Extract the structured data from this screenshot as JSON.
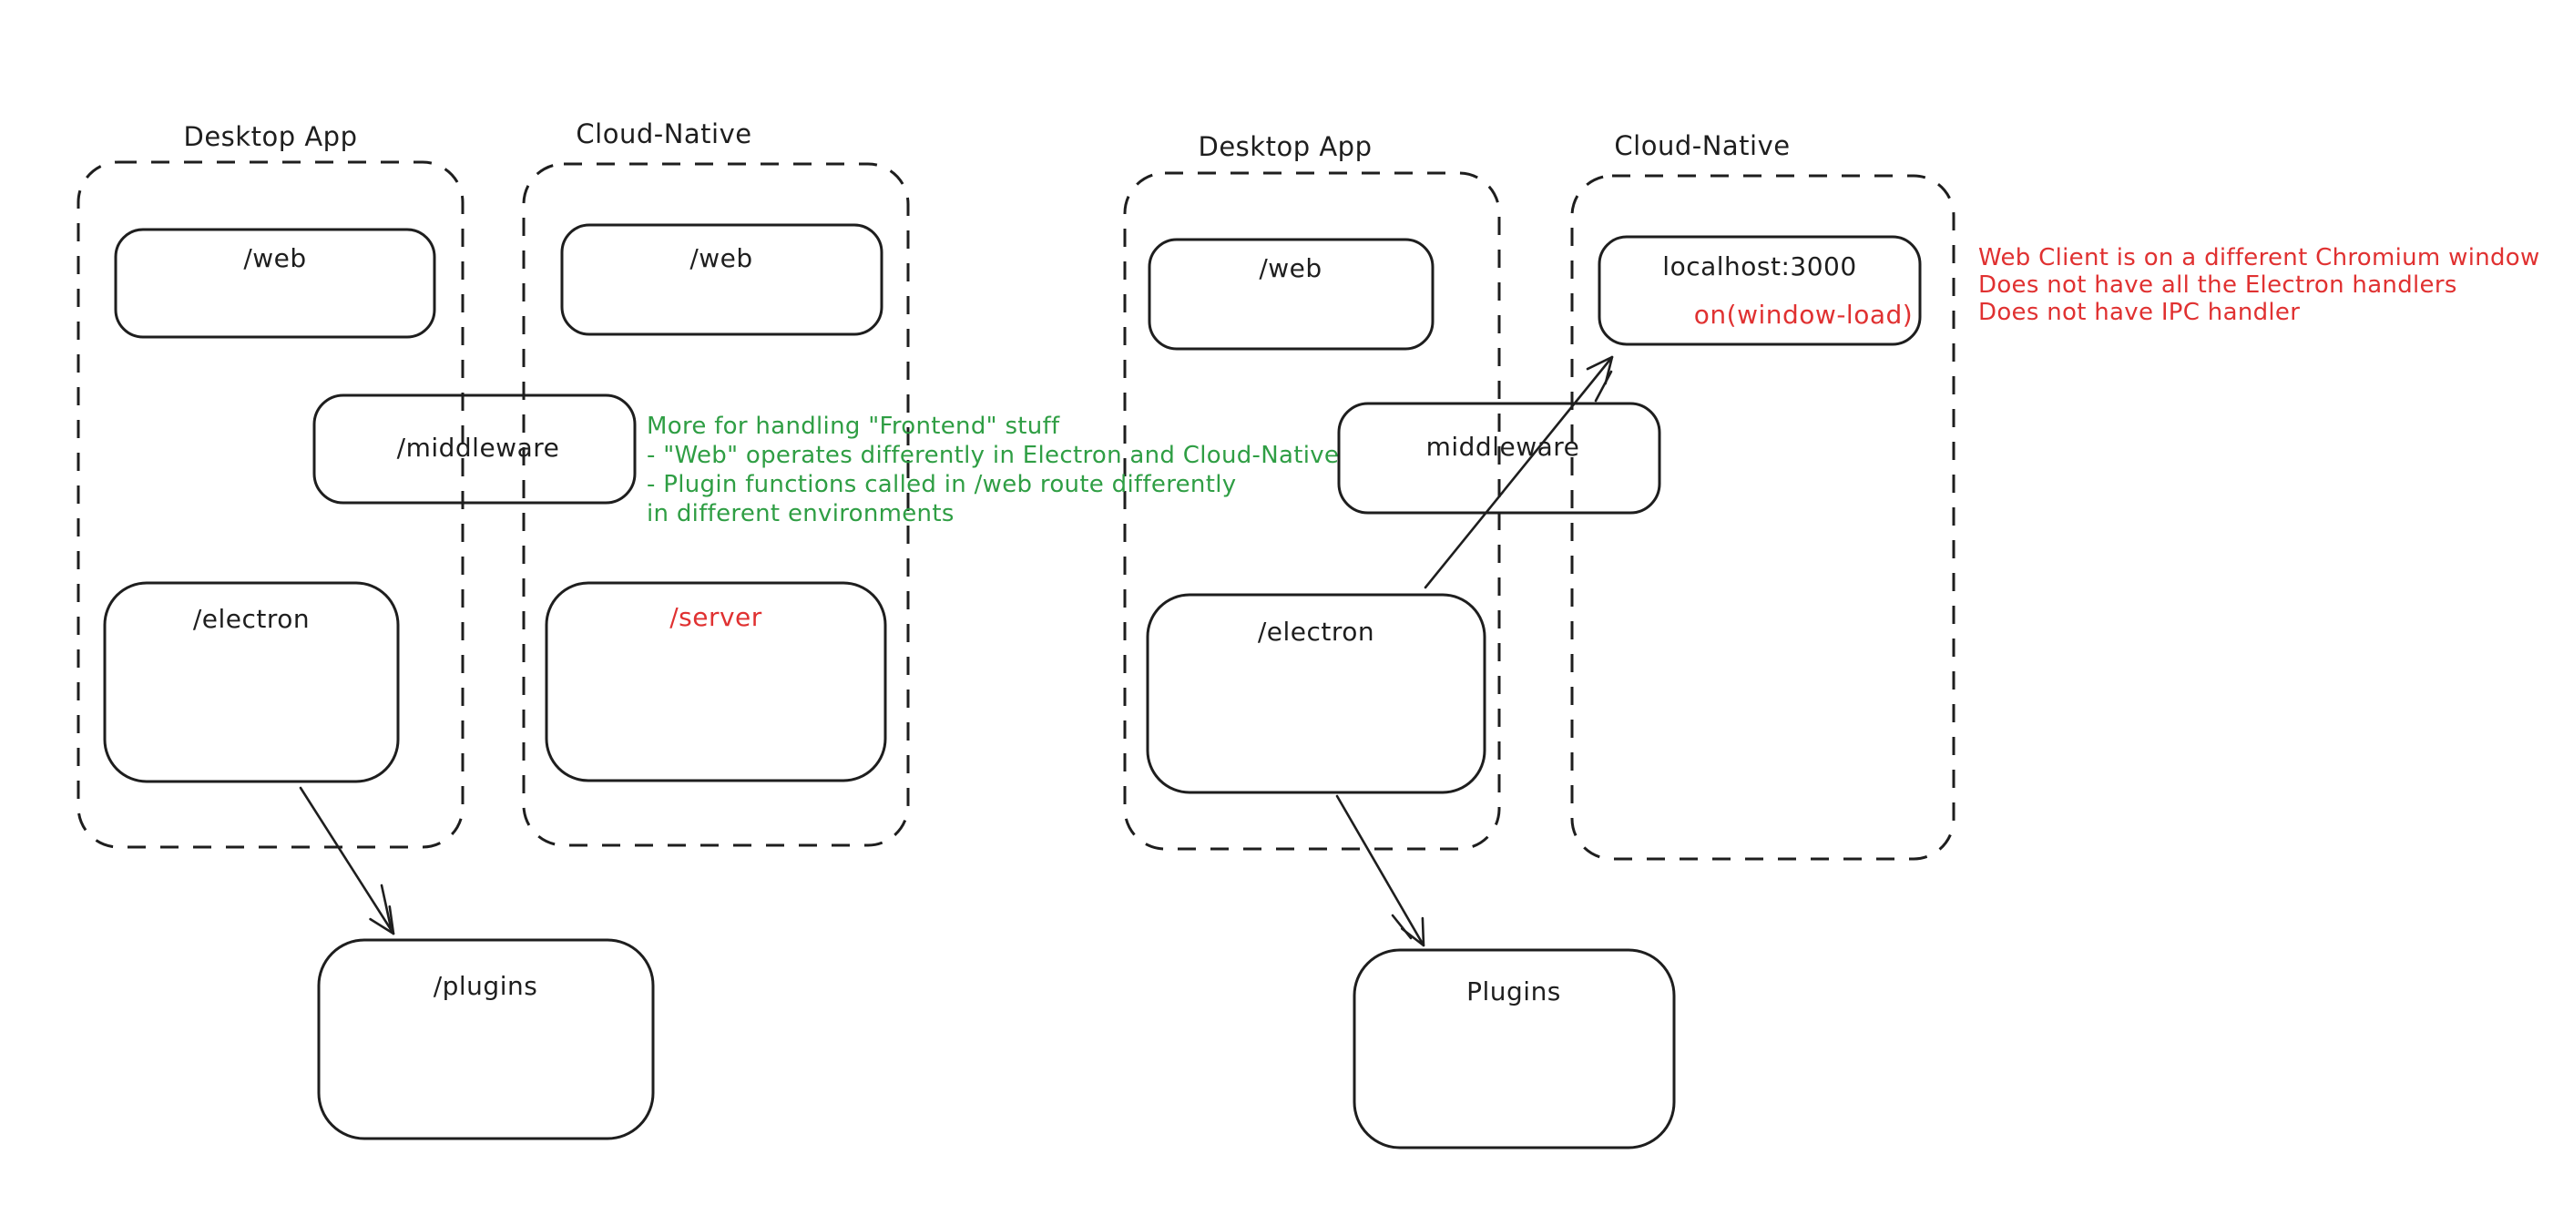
{
  "colors": {
    "stroke": "#1e1e1e",
    "red": "#e03131",
    "green": "#2f9e44",
    "background": "#ffffff"
  },
  "left": {
    "desktop_title": "Desktop App",
    "cloud_title": "Cloud-Native",
    "desktop_web_label": "/web",
    "cloud_web_label": "/web",
    "middleware_label": "/middleware",
    "electron_label": "/electron",
    "server_label": "/server",
    "plugins_label": "/plugins",
    "note_lines": [
      "More for handling \"Frontend\" stuff",
      "- \"Web\" operates differently in Electron and Cloud-Native",
      "- Plugin functions called in /web route differently",
      "in different environments"
    ]
  },
  "right": {
    "desktop_title": "Desktop App",
    "cloud_title": "Cloud-Native",
    "web_label": "/web",
    "localhost_label": "localhost:3000",
    "localhost_sub_label": "on(window-load)",
    "middleware_label": "middleware",
    "electron_label": "/electron",
    "plugins_label": "Plugins",
    "note_lines": [
      "Web Client is on a different Chromium window",
      "Does not have all the Electron handlers",
      "Does not have IPC handler"
    ]
  }
}
